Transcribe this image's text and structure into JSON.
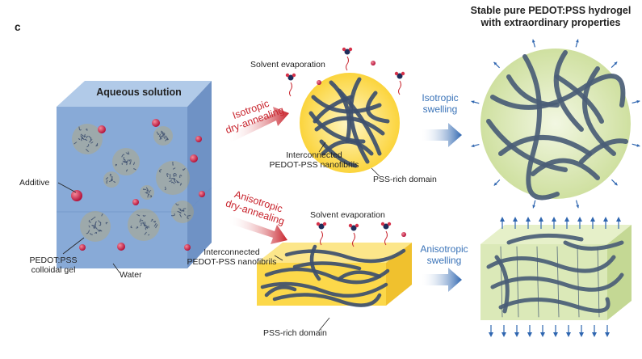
{
  "panel_letter": "c",
  "texts": {
    "aqueous_solution": "Aqueous solution",
    "additive": "Additive",
    "colloidal_gel": [
      "PEDOT:PSS",
      "colloidal gel"
    ],
    "water": "Water",
    "isotropic_dry": [
      "Isotropic",
      "dry-annealing"
    ],
    "anisotropic_dry": [
      "Anisotropic",
      "dry-annealing"
    ],
    "solvent_evaporation_top": "Solvent evaporation",
    "solvent_evaporation_bottom": "Solvent evaporation",
    "interconnected_top": [
      "Interconnected",
      "PEDOT-PSS nanofibrils"
    ],
    "interconnected_bottom": [
      "Interconnected",
      "PEDOT-PSS nanofibrils"
    ],
    "pss_rich_top": "PSS-rich domain",
    "pss_rich_bottom": "PSS-rich domain",
    "isotropic_swelling": [
      "Isotropic",
      "swelling"
    ],
    "anisotropic_swelling": [
      "Anisotropic",
      "swelling"
    ],
    "final_title": [
      "Stable pure PEDOT:PSS hydrogel",
      "with extraordinary properties"
    ]
  },
  "colors": {
    "cube_front": "#7ea3d4",
    "cube_top": "#a9c4e6",
    "cube_side": "#5f86bf",
    "fiber": "#3d4f6e",
    "red_arrow": "#c8232c",
    "blue_arrow": "#2f66b0",
    "yellow": "#fcd84a",
    "green": "#dbe9b8"
  }
}
